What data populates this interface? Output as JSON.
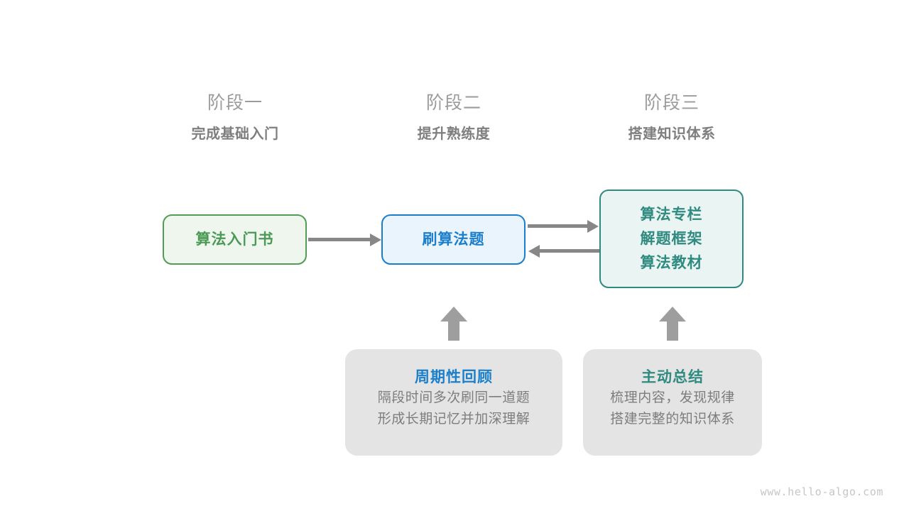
{
  "diagram": {
    "title_watermark": "www.hello-algo.com",
    "stages": [
      {
        "name": "阶段一",
        "goal": "完成基础入门"
      },
      {
        "name": "阶段二",
        "goal": "提升熟练度"
      },
      {
        "name": "阶段三",
        "goal": "搭建知识体系"
      }
    ],
    "nodes": {
      "intro_book": {
        "lines": [
          "算法入门书"
        ],
        "text_color": "#4a9a55",
        "border_color": "#529c55",
        "fill_color": "#eef6ee"
      },
      "practice": {
        "lines": [
          "刷算法题"
        ],
        "text_color": "#1b7fcb",
        "border_color": "#1a7ecc",
        "fill_color": "#eaf4fd"
      },
      "knowledge": {
        "lines": [
          "算法专栏",
          "解题框架",
          "算法教材"
        ],
        "text_color": "#2f8a80",
        "border_color": "#2f8a80",
        "fill_color": "#eaf4f2"
      }
    },
    "connectors": [
      {
        "name": "book-to-practice",
        "direction": "right"
      },
      {
        "name": "practice-to-knowledge",
        "direction": "right"
      },
      {
        "name": "knowledge-to-practice",
        "direction": "left"
      },
      {
        "name": "review-to-practice",
        "direction": "up"
      },
      {
        "name": "summary-to-knowledge",
        "direction": "up"
      }
    ],
    "tips": [
      {
        "title": "周期性回顾",
        "title_color": "#1b7fcb",
        "body_lines": [
          "隔段时间多次刷同一道题",
          "形成长期记忆并加深理解"
        ]
      },
      {
        "title": "主动总结",
        "title_color": "#2f8a80",
        "body_lines": [
          "梳理内容，发现规律",
          "搭建完整的知识体系"
        ]
      }
    ],
    "arrow_color": "#878787",
    "block_arrow_color": "#9e9e9e",
    "card_fill": "#e4e4e4",
    "stage_name_color": "#9b9b9b",
    "stage_goal_color": "#7f7f7f"
  }
}
